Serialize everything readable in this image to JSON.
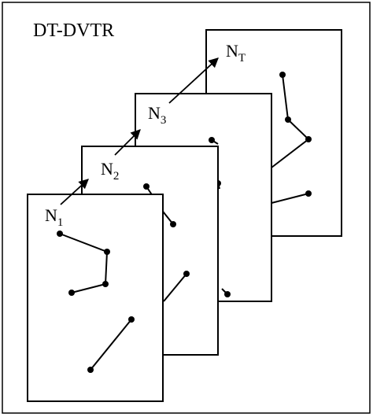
{
  "title": "DT-DVTR",
  "layers": [
    {
      "base": "N",
      "sub": "T"
    },
    {
      "base": "N",
      "sub": "3"
    },
    {
      "base": "N",
      "sub": "2"
    },
    {
      "base": "N",
      "sub": "1"
    }
  ],
  "colors": {
    "stroke": "#000000",
    "background": "#ffffff"
  }
}
